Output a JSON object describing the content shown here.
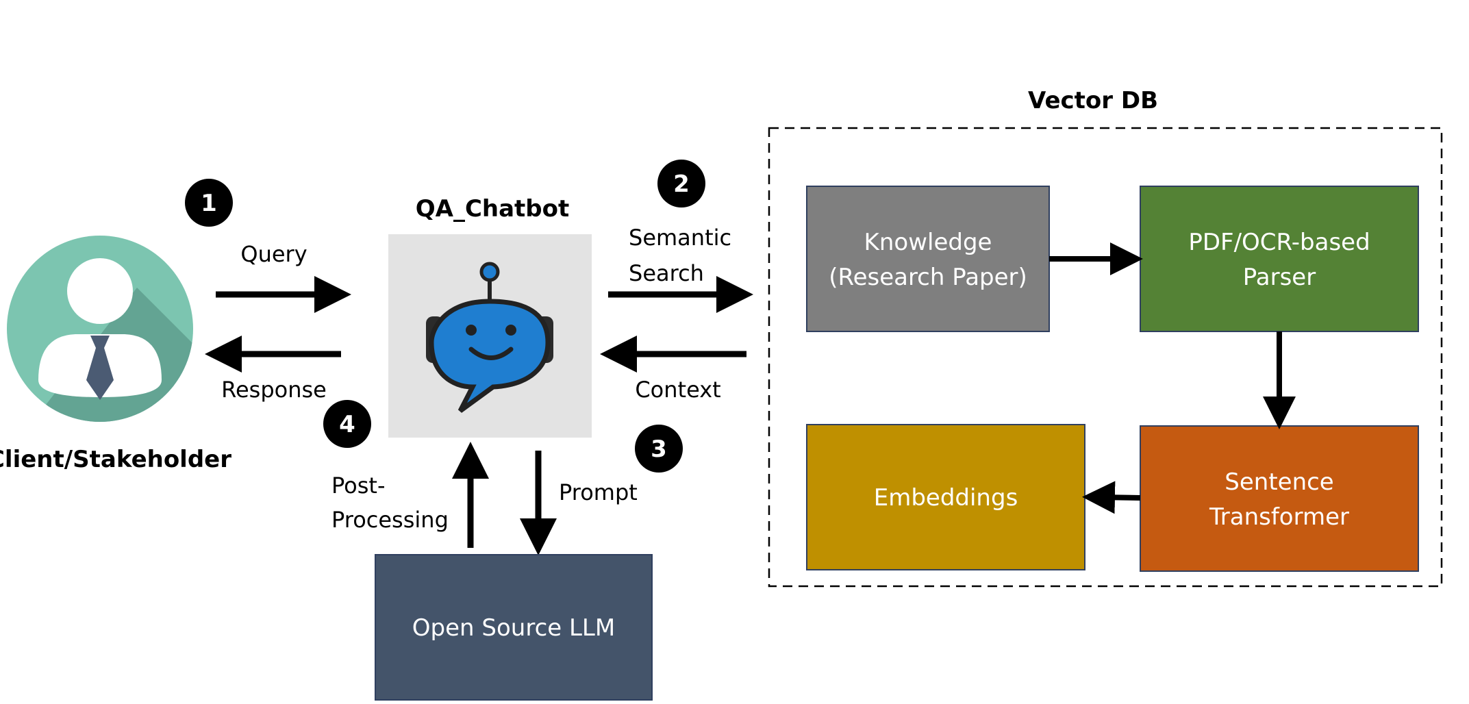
{
  "nodes": {
    "client": {
      "label": "Client/Stakeholder"
    },
    "chatbot": {
      "label": "QA_Chatbot"
    },
    "llm": {
      "label": "Open Source LLM"
    },
    "vector_db": {
      "label": "Vector DB"
    },
    "knowledge": {
      "line1": "Knowledge",
      "line2": "(Research Paper)"
    },
    "parser": {
      "line1": "PDF/OCR-based",
      "line2": "Parser"
    },
    "sentence_transformer": {
      "line1": "Sentence",
      "line2": "Transformer"
    },
    "embeddings": {
      "label": "Embeddings"
    }
  },
  "edges": {
    "query": "Query",
    "response": "Response",
    "semantic_search_1": "Semantic",
    "semantic_search_2": "Search",
    "context": "Context",
    "prompt": "Prompt",
    "post_processing_1": "Post-",
    "post_processing_2": "Processing"
  },
  "steps": [
    "1",
    "2",
    "3",
    "4"
  ],
  "colors": {
    "client_circle": "#7cc5b0",
    "client_shadow": "#5f9e8e",
    "tie": "#4b5b73",
    "chatbot_bg": "#e3e3e3",
    "bot_blue": "#1f7ed0",
    "llm_box": "#44546a",
    "knowledge_box": "#7f7f7f",
    "parser_box": "#548235",
    "transformer_box": "#c55a11",
    "embeddings_box": "#bf9000",
    "box_border": "#2f3f5f"
  }
}
